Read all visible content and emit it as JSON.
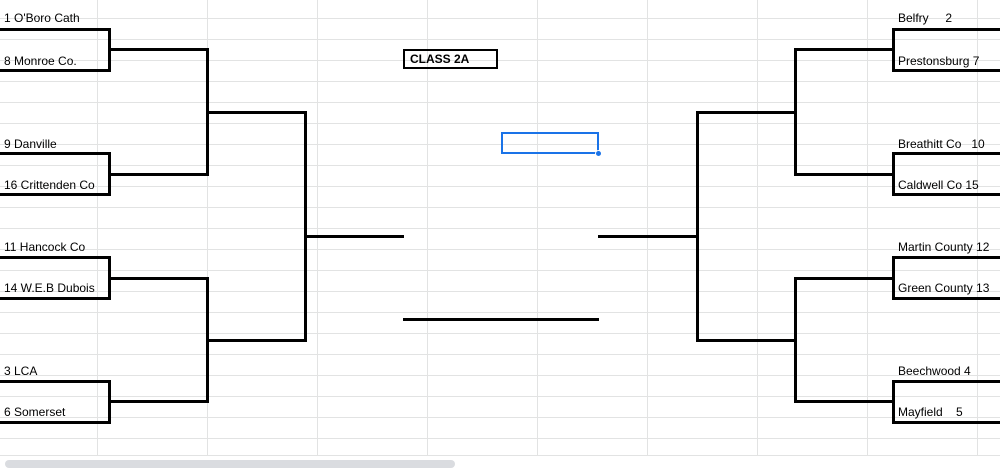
{
  "class_label": "CLASS 2A",
  "left_teams": [
    "1 O'Boro Cath",
    "8 Monroe Co.",
    "9 Danville",
    "16 Crittenden Co",
    "11 Hancock Co",
    "14 W.E.B Dubois",
    "3 LCA",
    "6 Somerset"
  ],
  "right_teams": [
    "Belfry     2",
    "Prestonsburg 7",
    "Breathitt Co   10",
    "Caldwell Co 15",
    "Martin County 12",
    "Green County 13",
    "Beechwood 4",
    "Mayfield    5"
  ],
  "colors": {
    "gridline": "#e2e3e3",
    "bracket_line": "#000000",
    "selection": "#1a73e8",
    "scrollbar_thumb": "#dadce0"
  }
}
